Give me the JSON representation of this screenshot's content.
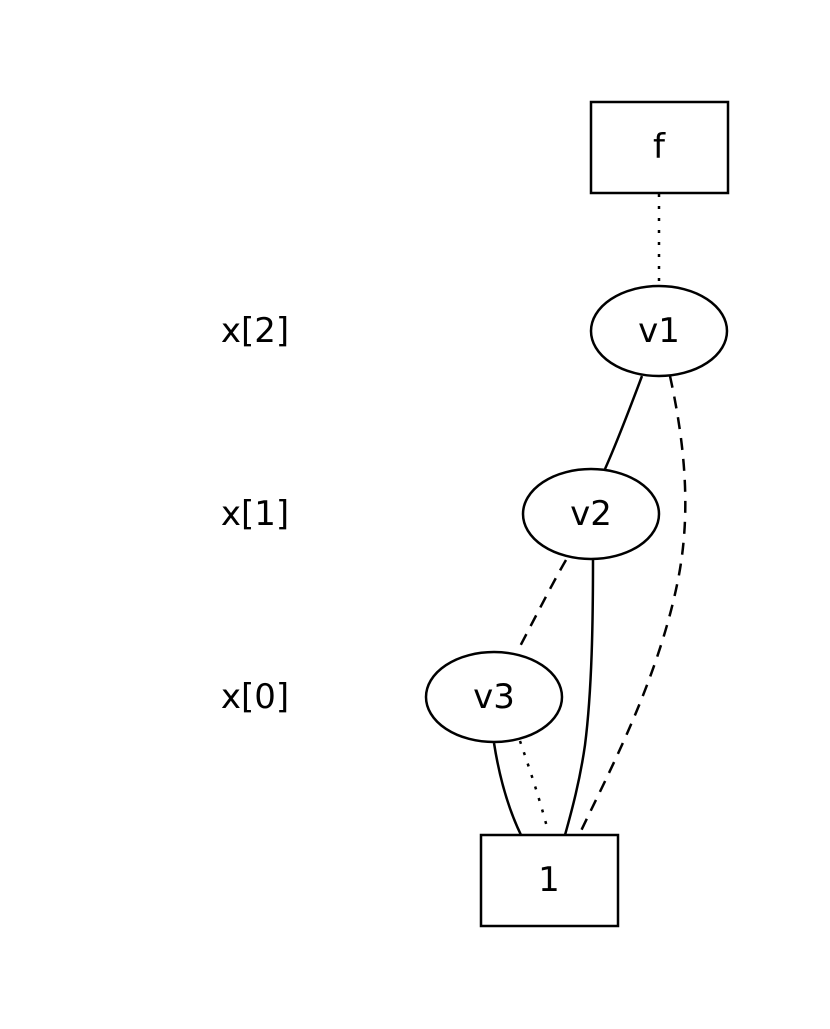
{
  "levels": {
    "x2": "x[2]",
    "x1": "x[1]",
    "x0": "x[0]"
  },
  "nodes": {
    "f": "f",
    "v1": "v1",
    "v2": "v2",
    "v3": "v3",
    "terminal": "1"
  },
  "edges": [
    {
      "from": "f",
      "to": "v1",
      "style": "dotted"
    },
    {
      "from": "v1",
      "to": "v2",
      "style": "solid"
    },
    {
      "from": "v1",
      "to": "1",
      "style": "dashed"
    },
    {
      "from": "v2",
      "to": "v3",
      "style": "dashed"
    },
    {
      "from": "v2",
      "to": "1",
      "style": "solid"
    },
    {
      "from": "v3",
      "to": "1",
      "style": "solid"
    },
    {
      "from": "v3",
      "to": "1",
      "style": "dotted"
    }
  ]
}
